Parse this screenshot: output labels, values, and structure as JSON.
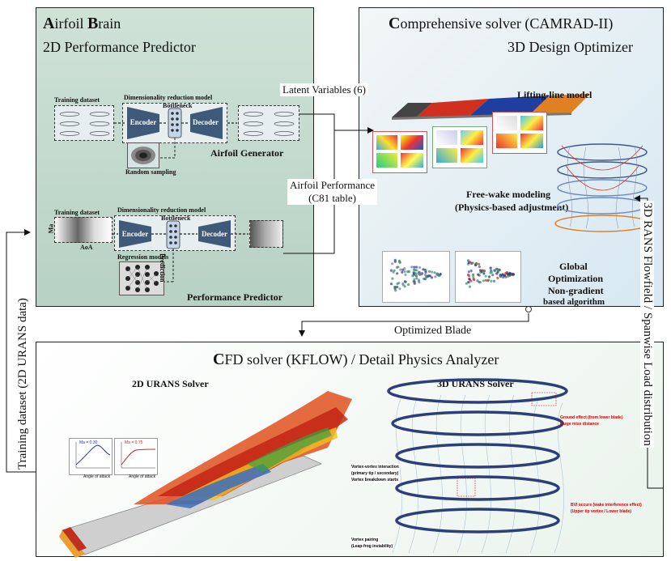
{
  "brain": {
    "title_line1_initial_a": "A",
    "title_line1_rest_a": "irfoil ",
    "title_line1_initial_b": "B",
    "title_line1_rest_b": "rain",
    "title_line2": "2D Performance Predictor",
    "generator": {
      "training_dataset": "Training dataset",
      "dim_reduction": "Dimensionality reduction model",
      "bottleneck": "Bottleneck",
      "encoder": "Encoder",
      "decoder": "Decoder",
      "random_sampling": "Random sampling",
      "name": "Airfoil Generator"
    },
    "predictor": {
      "training_dataset": "Training dataset",
      "dim_reduction": "Dimensionality reduction model",
      "bottleneck": "Bottleneck",
      "encoder": "Encoder",
      "decoder": "Decoder",
      "ma": "Ma",
      "aoa": "AoA",
      "regression": "Regression models",
      "prediction": "Prediction",
      "name": "Performance Predictor"
    }
  },
  "solver": {
    "title_initial": "C",
    "title_rest": "omprehensive solver (CAMRAD-II)",
    "subtitle": "3D Design Optimizer",
    "lifting_line": "Lifting-line model",
    "free_wake_1": "Free-wake modeling",
    "free_wake_2": "(Physics-based adjustment)",
    "global_opt_1": "Global",
    "global_opt_2": "Optimization",
    "global_opt_3": "Non-gradient",
    "global_opt_4": "based algorithm"
  },
  "connectors": {
    "latent": "Latent Variables (6)",
    "perf_1": "Airfoil Performance",
    "perf_2": "(C81 table)",
    "optimized_blade": "Optimized Blade",
    "training_2d": "Training dataset (2D URANS data)",
    "rans_3d": "3D RANS Flowfield / Spanwise Load distribution"
  },
  "cfd": {
    "title_initial": "C",
    "title_rest": "FD solver (KFLOW) / Detail Physics Analyzer",
    "urans2d": "2D URANS Solver",
    "urans3d": "3D URANS Solver",
    "plot1_label": "Ma = 0.30",
    "plot2_label": "Ma = 0.75",
    "plot_xlabel": "Angle of attack",
    "annotations_red": [
      "Ground effect (from lower blade)",
      "Large miss distance",
      "BVI occurs (wake interference effect)",
      "(Upper tip vortex / Lower blade)"
    ],
    "annotations_black": [
      "Vortex-vortex interaction",
      "(primary tip / secondary)",
      "Vortex breakdown starts",
      "Vortex pairing",
      "(Leap-frog instability)"
    ]
  },
  "colors": {
    "brain_bg": "#c3d9cc",
    "block": "#3e5a78",
    "wake": "#3d5a8a",
    "red_annot": "#cc0000"
  }
}
